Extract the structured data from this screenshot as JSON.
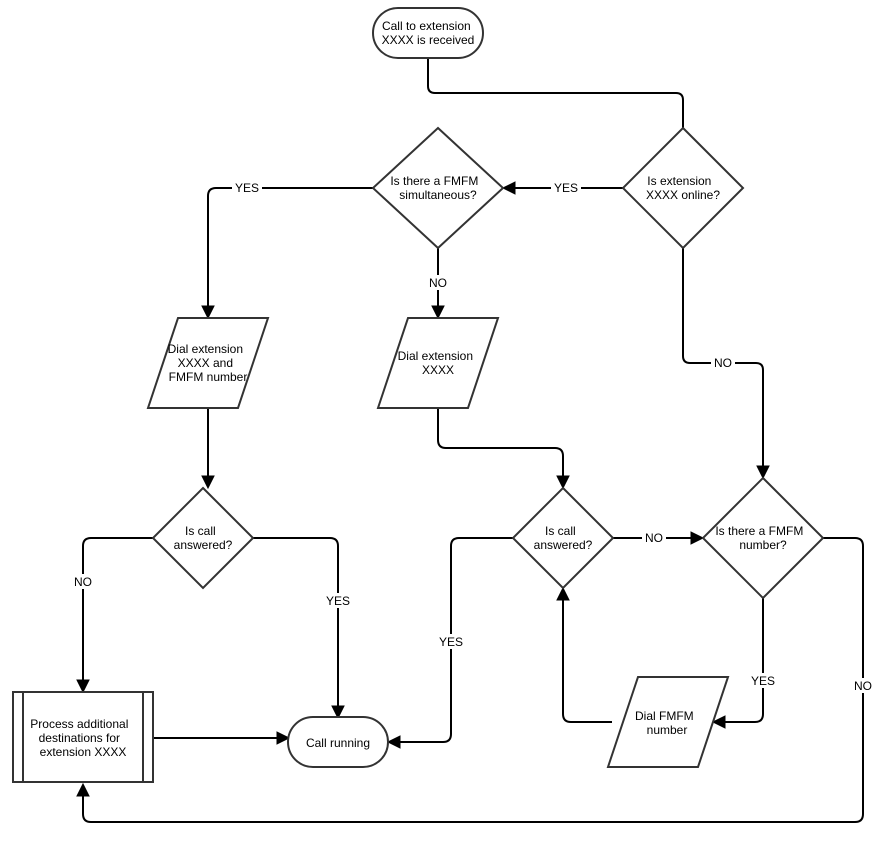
{
  "nodes": {
    "start": {
      "lines": [
        "Call to extension",
        "XXXX is received"
      ]
    },
    "online_q": {
      "lines": [
        "Is extension",
        "XXXX online?"
      ]
    },
    "fmfm_sim_q": {
      "lines": [
        "Is there a FMFM",
        "simultaneous?"
      ]
    },
    "dial_ext_fmfm": {
      "lines": [
        "Dial extension",
        "XXXX and",
        "FMFM number"
      ]
    },
    "dial_ext": {
      "lines": [
        "Dial extension",
        "XXXX"
      ]
    },
    "answered_left_q": {
      "lines": [
        "Is call",
        "answered?"
      ]
    },
    "answered_mid_q": {
      "lines": [
        "Is call",
        "answered?"
      ]
    },
    "fmfm_num_q": {
      "lines": [
        "Is there a FMFM",
        "number?"
      ]
    },
    "process_additional": {
      "lines": [
        "Process additional",
        "destinations for",
        "extension XXXX"
      ]
    },
    "call_running": {
      "lines": [
        "Call running"
      ]
    },
    "dial_fmfm": {
      "lines": [
        "Dial FMFM",
        "number"
      ]
    }
  },
  "edge_labels": {
    "online_yes": "YES",
    "online_no": "NO",
    "sim_yes": "YES",
    "sim_no": "NO",
    "left_no": "NO",
    "left_yes": "YES",
    "mid_yes": "YES",
    "mid_no": "NO",
    "fmfm_yes": "YES",
    "fmfm_no": "NO"
  }
}
